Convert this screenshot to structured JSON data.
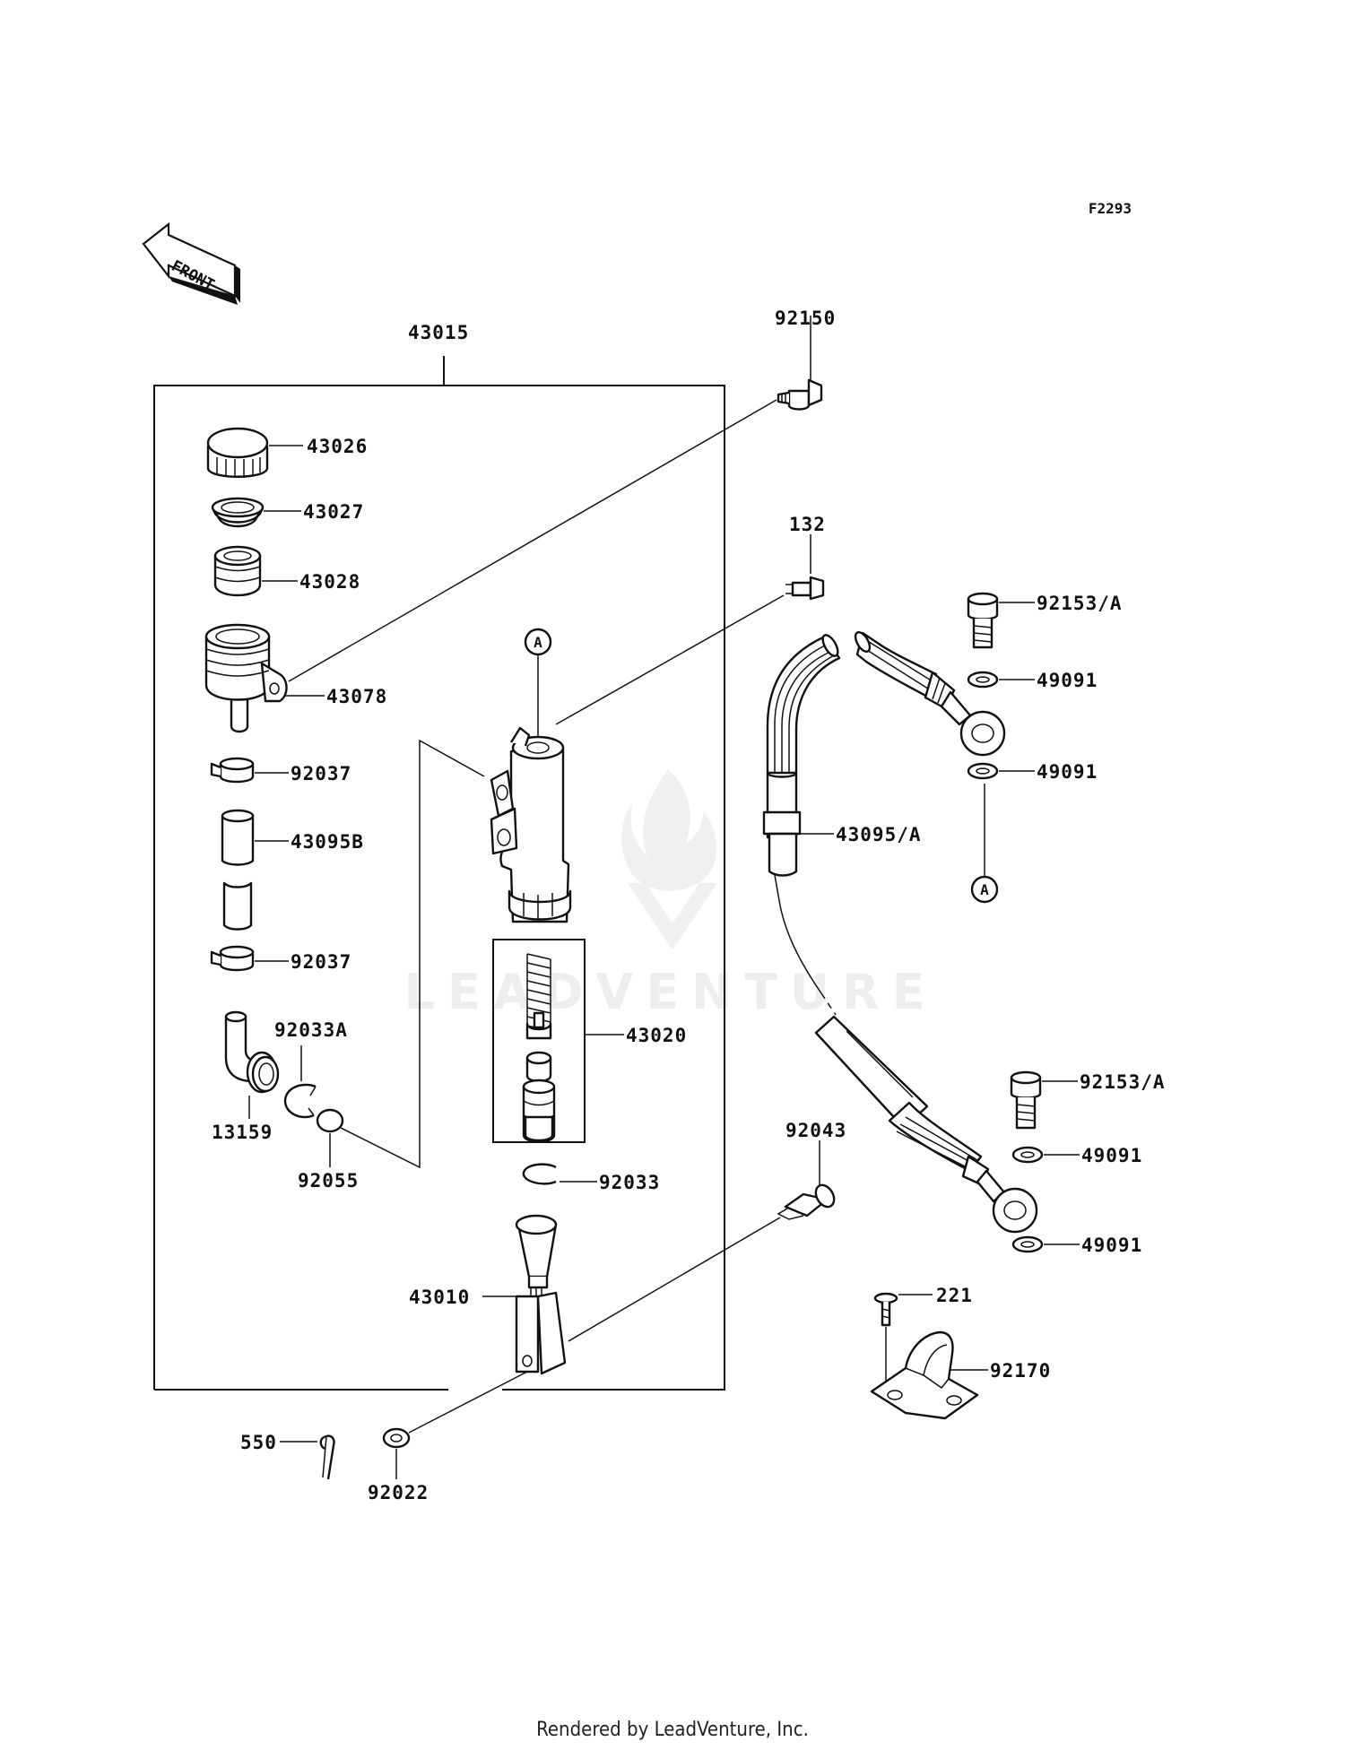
{
  "diagram_code": "F2293",
  "front_label": "FRONT",
  "watermark": "LEADVENTURE",
  "footer": "Rendered by LeadVenture, Inc.",
  "ref_marks": [
    "A",
    "A"
  ],
  "parts": {
    "p43015": "43015",
    "p92150": "92150",
    "p43026": "43026",
    "p43027": "43027",
    "p43028": "43028",
    "p43078": "43078",
    "p92037a": "92037",
    "p43095b": "43095B",
    "p92037b": "92037",
    "p92033a": "92033A",
    "p13159": "13159",
    "p92055": "92055",
    "p132": "132",
    "p43020": "43020",
    "p92033": "92033",
    "p43010": "43010",
    "p550": "550",
    "p92022": "92022",
    "p92043": "92043",
    "p92153a_top": "92153/A",
    "p49091_1": "49091",
    "p49091_2": "49091",
    "p43095a": "43095/A",
    "p92153a_bot": "92153/A",
    "p49091_3": "49091",
    "p49091_4": "49091",
    "p221": "221",
    "p92170": "92170"
  }
}
